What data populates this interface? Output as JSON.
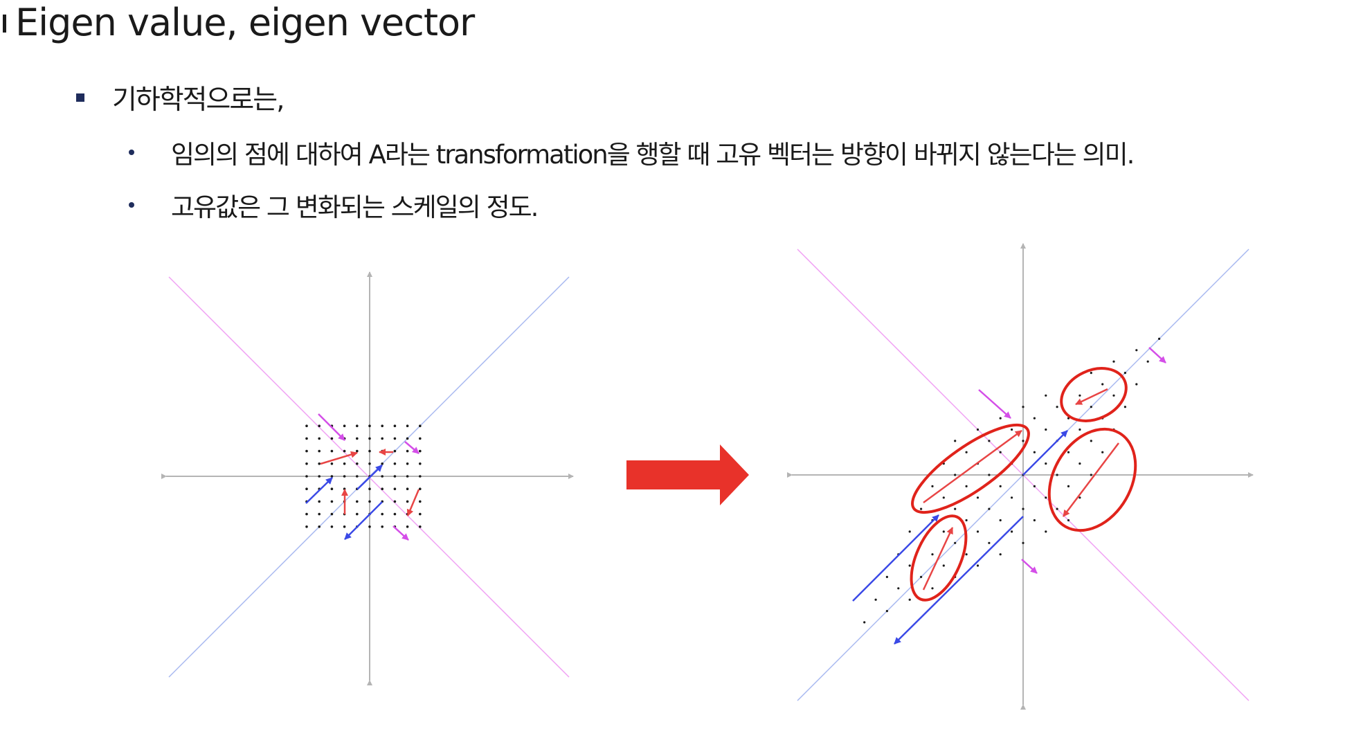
{
  "slide": {
    "title": "Eigen value, eigen vector",
    "bullets": [
      {
        "level": 1,
        "marker": "square",
        "text": "기하학적으로는,"
      },
      {
        "level": 2,
        "marker": "dot",
        "text": "임의의 점에 대하여 A라는 transformation을 행할 때 고유 벡터는 방향이 바뀌지 않는다는 의미."
      },
      {
        "level": 2,
        "marker": "dot",
        "text": "고유값은 그 변화되는 스케일의 정도."
      }
    ]
  },
  "figure": {
    "panels": [
      "before-transformation",
      "after-transformation"
    ],
    "connector": "right-arrow",
    "highlight": "red-ellipses",
    "colors": {
      "axis": "#b4b4b4",
      "eigen_line_1": "#a7b8f0",
      "eigen_line_2": "#f0a0f4",
      "eigen_vector_1": "#3a49e6",
      "eigen_vector_2": "#d44ee8",
      "other_vector": "#e84545",
      "highlight": "#e0231b",
      "arrow": "#e8322a",
      "grid_dot": "#1a1a1a"
    }
  }
}
